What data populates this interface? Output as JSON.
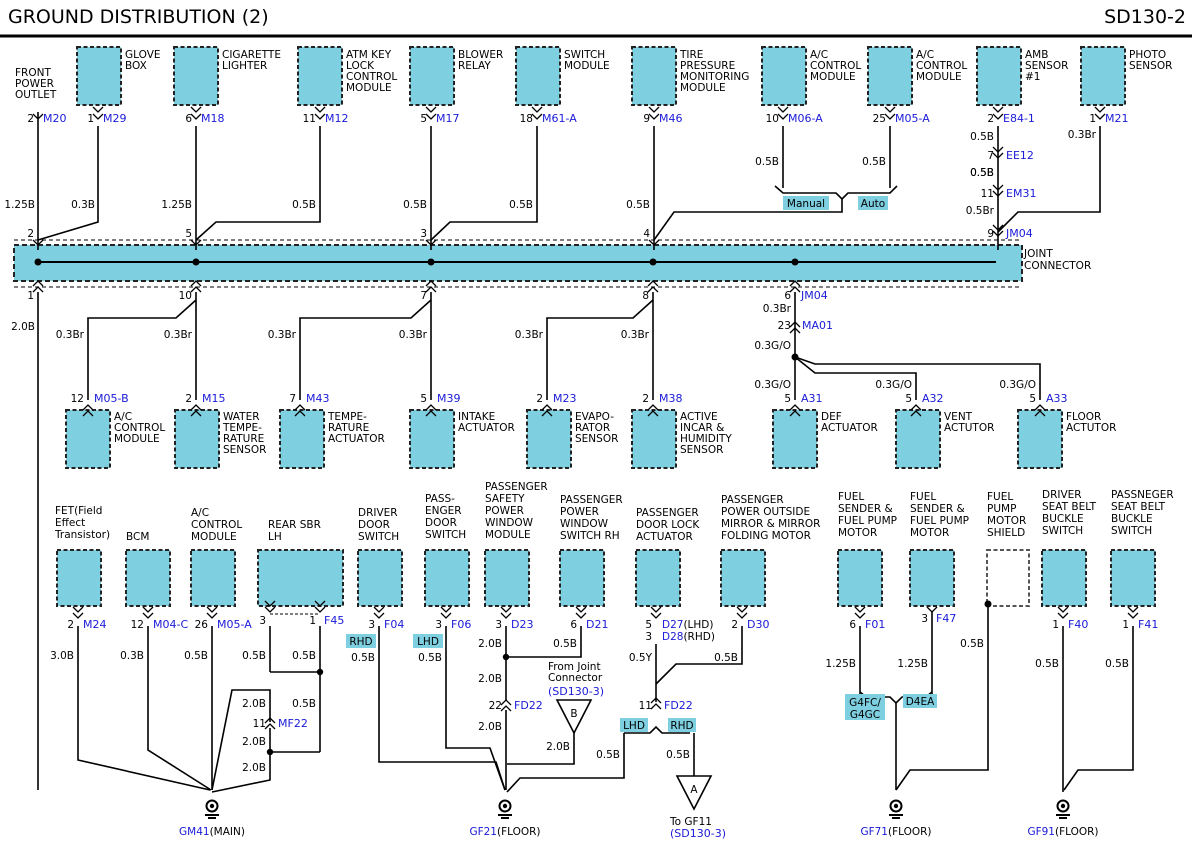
{
  "title": "GROUND DISTRIBUTION (2)",
  "code": "SD130-2",
  "colors": {
    "component_fill": "#7ecfe0",
    "connector_text": "#1a1ad8",
    "tag_fill": "#7ecfe0",
    "line": "#000000"
  },
  "joint": {
    "label_lines": [
      "JOINT",
      "CONNECTOR"
    ]
  },
  "top_components": [
    {
      "label": [
        "FRONT",
        "POWER",
        "OUTLET"
      ],
      "pin": "2",
      "conn": "M20",
      "wire": "1.25B",
      "jpin": "2"
    },
    {
      "label": [
        "GLOVE",
        "BOX"
      ],
      "pin": "1",
      "conn": "M29",
      "wire": "0.3B",
      "jpin": ""
    },
    {
      "label": [
        "CIGARETTE",
        "LIGHTER"
      ],
      "pin": "6",
      "conn": "M18",
      "wire": "1.25B",
      "jpin": "5"
    },
    {
      "label": [
        "ATM KEY",
        "LOCK",
        "CONTROL",
        "MODULE"
      ],
      "pin": "11",
      "conn": "M12",
      "wire": "0.5B",
      "jpin": ""
    },
    {
      "label": [
        "BLOWER",
        "RELAY"
      ],
      "pin": "5",
      "conn": "M17",
      "wire": "0.5B",
      "jpin": "3"
    },
    {
      "label": [
        "SWITCH",
        "MODULE"
      ],
      "pin": "18",
      "conn": "M61-A",
      "wire": "0.5B",
      "jpin": ""
    },
    {
      "label": [
        "TIRE",
        "PRESSURE",
        "MONITORING",
        "MODULE"
      ],
      "pin": "9",
      "conn": "M46",
      "wire": "0.5B",
      "jpin": "4"
    },
    {
      "label": [
        "A/C",
        "CONTROL",
        "MODULE"
      ],
      "pin": "10",
      "conn": "M06-A",
      "wire": "0.5B",
      "jpin": ""
    },
    {
      "label": [
        "A/C",
        "CONTROL",
        "MODULE"
      ],
      "pin": "25",
      "conn": "M05-A",
      "wire": "0.5B",
      "jpin": ""
    },
    {
      "label": [
        "AMB",
        "SENSOR",
        "#1"
      ],
      "pin": "2",
      "conn": "E84-1",
      "wire": "0.5B",
      "jpin": ""
    },
    {
      "label": [
        "PHOTO",
        "SENSOR"
      ],
      "pin": "1",
      "conn": "M21",
      "wire": "0.3Br",
      "jpin": ""
    }
  ],
  "tags_top": {
    "manual": "Manual",
    "auto": "Auto"
  },
  "amb_chain": [
    {
      "pin": "7",
      "conn": "EE12",
      "wire": "0.5B"
    },
    {
      "pin": "11",
      "conn": "EM31",
      "wire": "0.5Br"
    },
    {
      "pin": "9",
      "conn": "JM04",
      "wire": ""
    }
  ],
  "joint_bottom_pins": [
    "1",
    "10",
    "7",
    "8",
    "6"
  ],
  "jm04_bottom": {
    "conn": "JM04",
    "wire": "0.3Br",
    "pin2": "23",
    "conn2": "MA01",
    "wire2": "0.3G/O"
  },
  "mid_components": [
    {
      "label": [
        "A/C",
        "CONTROL",
        "MODULE"
      ],
      "pin": "12",
      "conn": "M05-B",
      "wire": "0.3Br"
    },
    {
      "label": [
        "WATER",
        "TEMPE-",
        "RATURE",
        "SENSOR"
      ],
      "pin": "2",
      "conn": "M15",
      "wire": "0.3Br"
    },
    {
      "label": [
        "TEMPE-",
        "RATURE",
        "ACTUATOR"
      ],
      "pin": "7",
      "conn": "M43",
      "wire": "0.3Br"
    },
    {
      "label": [
        "INTAKE",
        "ACTUATOR"
      ],
      "pin": "5",
      "conn": "M39",
      "wire": "0.3Br"
    },
    {
      "label": [
        "EVAPO-",
        "RATOR",
        "SENSOR"
      ],
      "pin": "2",
      "conn": "M23",
      "wire": "0.3Br"
    },
    {
      "label": [
        "ACTIVE",
        "INCAR &",
        "HUMIDITY",
        "SENSOR"
      ],
      "pin": "2",
      "conn": "M38",
      "wire": "0.3Br"
    },
    {
      "label": [
        "DEF",
        "ACTUATOR"
      ],
      "pin": "5",
      "conn": "A31",
      "wire": "0.3G/O"
    },
    {
      "label": [
        "VENT",
        "ACTUTOR"
      ],
      "pin": "5",
      "conn": "A32",
      "wire": "0.3G/O"
    },
    {
      "label": [
        "FLOOR",
        "ACTUTOR"
      ],
      "pin": "5",
      "conn": "A33",
      "wire": "0.3G/O"
    }
  ],
  "left_wire": "2.0B",
  "bottom_components": [
    {
      "label": [
        "FET(Field",
        "Effect",
        "Transistor)"
      ],
      "pin": "2",
      "conn": "M24",
      "wire": "3.0B"
    },
    {
      "label": [
        "BCM"
      ],
      "pin": "12",
      "conn": "M04-C",
      "wire": "0.3B"
    },
    {
      "label": [
        "A/C",
        "CONTROL",
        "MODULE"
      ],
      "pin": "26",
      "conn": "M05-A",
      "wire": "0.5B"
    },
    {
      "label": [
        "REAR SBR",
        "LH"
      ],
      "pin": "3",
      "pin2": "1",
      "conn": "F45",
      "wire": "0.5B",
      "wire2": "0.5B",
      "wire3": "0.5B"
    },
    {
      "label": [
        "DRIVER",
        "DOOR",
        "SWITCH"
      ],
      "pin": "3",
      "conn": "F04",
      "wire": "0.5B",
      "tag": "RHD"
    },
    {
      "label": [
        "PASS-",
        "ENGER",
        "DOOR",
        "SWITCH"
      ],
      "pin": "3",
      "conn": "F06",
      "wire": "0.5B",
      "tag": "LHD"
    },
    {
      "label": [
        "PASSENGER",
        "SAFETY",
        "POWER",
        "WINDOW",
        "MODULE"
      ],
      "pin": "3",
      "conn": "D23",
      "wire": "2.0B"
    },
    {
      "label": [
        "PASSENGER",
        "POWER",
        "WINDOW",
        "SWITCH RH"
      ],
      "pin": "6",
      "conn": "D21",
      "wire": "0.5B"
    },
    {
      "label": [
        "PASSENGER",
        "DOOR LOCK",
        "ACTUATOR"
      ],
      "pin": "5",
      "pin_b": "3",
      "conn": "D27",
      "conn_b": "D28",
      "conn_suffix": "(LHD)",
      "conn_b_suffix": "(RHD)",
      "wire": "0.5Y"
    },
    {
      "label": [
        "PASSENGER",
        "POWER OUTSIDE",
        "MIRROR & MIRROR",
        "FOLDING MOTOR"
      ],
      "pin": "2",
      "conn": "D30",
      "wire": "0.5B"
    },
    {
      "label": [
        "FUEL",
        "SENDER &",
        "FUEL PUMP",
        "MOTOR"
      ],
      "pin": "6",
      "conn": "F01",
      "wire": "1.25B"
    },
    {
      "label": [
        "FUEL",
        "SENDER &",
        "FUEL PUMP",
        "MOTOR"
      ],
      "pin": "3",
      "conn": "F47",
      "wire": "1.25B"
    },
    {
      "label": [
        "FUEL",
        "PUMP",
        "MOTOR",
        "SHIELD"
      ],
      "pin": "",
      "conn": "",
      "wire": "0.5B"
    },
    {
      "label": [
        "DRIVER",
        "SEAT BELT",
        "BUCKLE",
        "SWITCH"
      ],
      "pin": "1",
      "conn": "F40",
      "wire": "0.5B"
    },
    {
      "label": [
        "PASSNEGER",
        "SEAT BELT",
        "BUCKLE",
        "SWITCH"
      ],
      "pin": "1",
      "conn": "F41",
      "wire": "0.5B"
    }
  ],
  "mf22": {
    "pin": "11",
    "conn": "MF22",
    "wire_top": "2.0B",
    "wire_bottom": "2.0B",
    "wire_lower": "2.0B"
  },
  "fd22_left": {
    "pin": "22",
    "conn": "FD22",
    "wire_top": "2.0B",
    "wire_bottom": "2.0B"
  },
  "fd22_right": {
    "pin": "11",
    "conn": "FD22",
    "tag_lhd": "LHD",
    "tag_rhd": "RHD",
    "wire_lhd": "0.5B",
    "wire_rhd": "0.5B"
  },
  "from_joint": {
    "lines": [
      "From Joint",
      "Connector"
    ],
    "ref": "(SD130-3)",
    "letter": "B",
    "wire": "2.0B"
  },
  "to_gf11": {
    "letter": "A",
    "line": "To GF11",
    "ref": "(SD130-3)"
  },
  "fuel_tags": {
    "left": [
      "G4FC/",
      "G4GC"
    ],
    "right": "D4EA"
  },
  "grounds": [
    {
      "id": "GM41",
      "suffix": "(MAIN)"
    },
    {
      "id": "GF21",
      "suffix": "(FLOOR)"
    },
    {
      "id": "GF71",
      "suffix": "(FLOOR)"
    },
    {
      "id": "GF91",
      "suffix": "(FLOOR)"
    }
  ]
}
